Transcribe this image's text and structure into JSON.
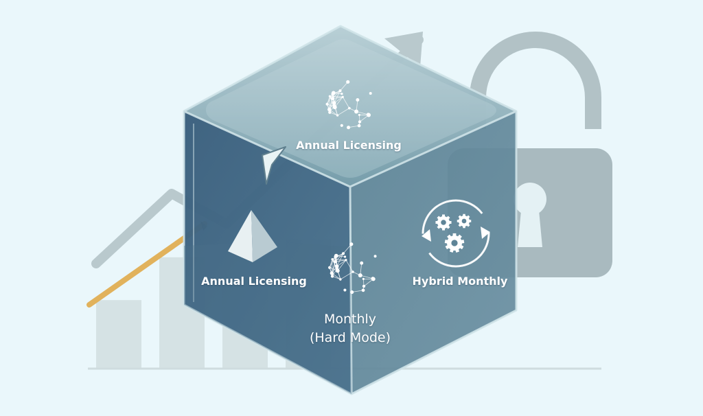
{
  "diagram": {
    "faces": {
      "top": {
        "label": "Annual Licensing",
        "icon": "network-cluster-icon"
      },
      "left": {
        "label": "Annual Licensing",
        "icon": "pyramid-icon"
      },
      "right": {
        "label": "Hybrid Monthly",
        "icon": "gears-cycle-icon"
      },
      "front": {
        "line1": "Monthly",
        "line2": "(Hard Mode)",
        "icon": "network-cluster-icon"
      }
    },
    "background": {
      "bars": [
        0.38,
        0.62,
        0.5,
        0.72
      ],
      "icons": [
        "bar-chart-icon",
        "trend-arrow-icon",
        "padlock-icon"
      ]
    },
    "colors": {
      "background": "#eaf7fb",
      "cube_top": "#7fa6b2",
      "cube_left": "#3f6683",
      "cube_right": "#5e8497",
      "pointer": "#e3b35a",
      "padlock": "#a7b8bd"
    }
  }
}
